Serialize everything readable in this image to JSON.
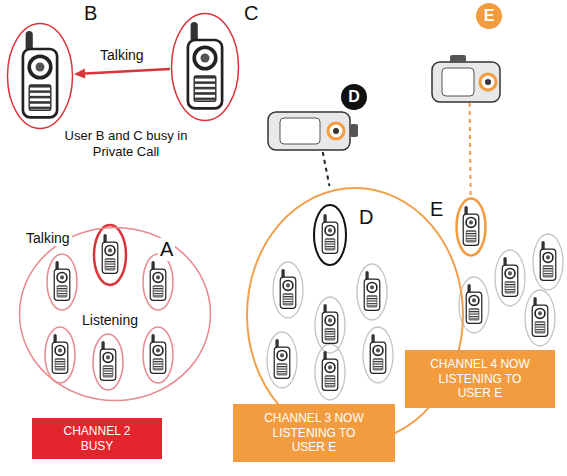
{
  "diagram": {
    "nodes": [
      {
        "text": [
          "B"
        ]
      },
      {
        "text": [
          "C"
        ]
      },
      {
        "text": [
          "Talking",
          "A",
          "Listening"
        ]
      },
      {
        "text": [
          "CHANNEL 2 BUSY"
        ]
      },
      {
        "text": [
          "D"
        ]
      },
      {
        "text": [
          "E"
        ]
      },
      {
        "text": [
          "D"
        ]
      },
      {
        "text": [
          "E"
        ]
      },
      {
        "text": [
          "CHANNEL 3 NOW LISTENING TO USER E"
        ]
      },
      {
        "text": [
          "CHANNEL 4 NOW LISTENING TO USER E"
        ]
      }
    ],
    "edges": [
      {
        "from": 1,
        "to": 0,
        "arrow": "to",
        "label": "Talking"
      },
      {
        "from": 4,
        "to": 6,
        "arrow": "none"
      },
      {
        "from": 5,
        "to": 7,
        "arrow": "none"
      }
    ],
    "labels": [
      "User B and C busy in Private Call"
    ]
  }
}
